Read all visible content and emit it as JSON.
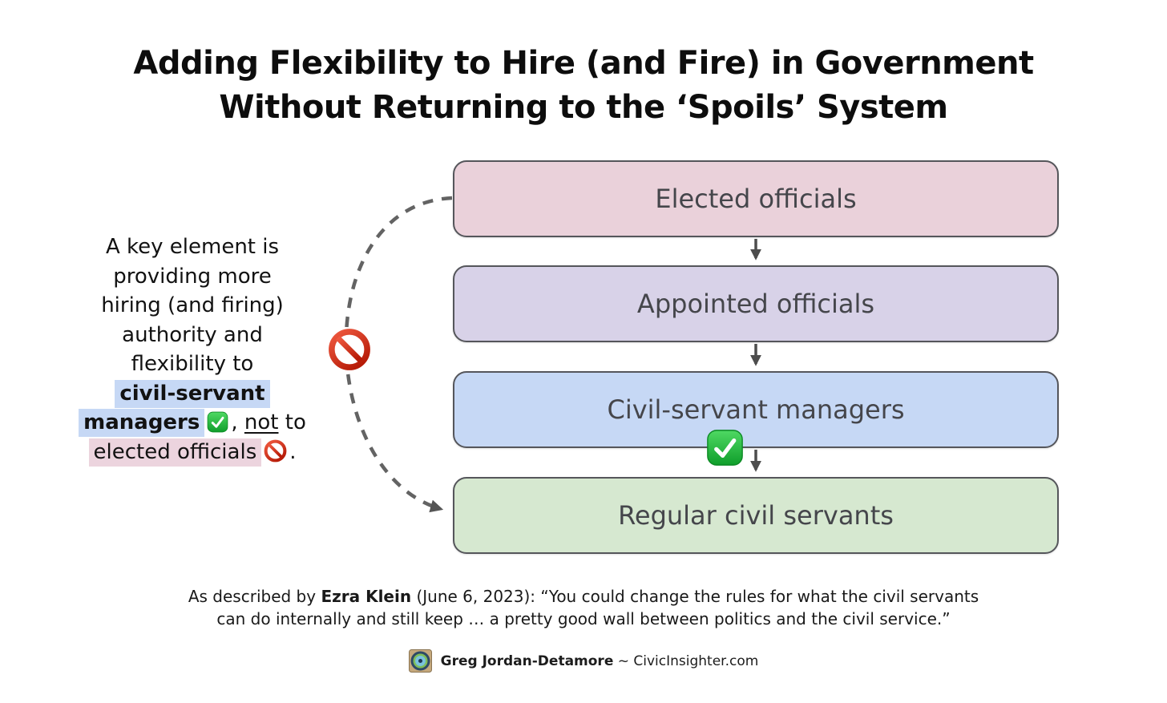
{
  "title": {
    "line1": "Adding Flexibility to Hire (and Fire) in Government",
    "line2": "Without Returning to the ‘Spoils’ System"
  },
  "side_note": {
    "lines": [
      "A key element is",
      "providing more",
      "hiring (and firing)",
      "authority and",
      "flexibility to"
    ],
    "blue_line1": "civil-servant",
    "blue_line2": "managers",
    "sep_comma": ", ",
    "not_word": "not",
    "sep_to": " to",
    "pink_text": "elected officials",
    "period": "."
  },
  "flowchart": {
    "boxes": [
      {
        "id": "elected-officials",
        "label": "Elected officials",
        "fill": "#ead1da"
      },
      {
        "id": "appointed-officials",
        "label": "Appointed officials",
        "fill": "#d8d2e8"
      },
      {
        "id": "civil-servant-managers",
        "label": "Civil-servant managers",
        "fill": "#c6d8f5",
        "badge": "check-mark"
      },
      {
        "id": "regular-civil-servants",
        "label": "Regular civil servants",
        "fill": "#d6e8d0"
      }
    ],
    "bypass_arrow_badge": "prohibited"
  },
  "quote": {
    "line1_prefix": "As described by ",
    "author": "Ezra Klein",
    "line1_rest": " (June 6, 2023): “You could change the rules for what the civil servants",
    "line2": "can do internally and still keep … a pretty good wall between politics and the civil service.”"
  },
  "attribution": {
    "name": "Greg Jordan-Detamore",
    "suffix": " ~ CivicInsighter.com",
    "logo": "civic-insighter-logo"
  },
  "icons": {
    "check": "check-mark-icon",
    "prohibit": "prohibited-icon"
  },
  "colors": {
    "background": "#ffffff",
    "box_border": "#55565b",
    "box_text": "#45464b",
    "arrow_gray": "#4d4d4d",
    "dashed_arrow_gray": "#636363",
    "highlight_blue": "#c6d8f5",
    "highlight_pink": "#ecd4de",
    "check_green": "#1db93c",
    "prohibit_red": "#d93420"
  }
}
